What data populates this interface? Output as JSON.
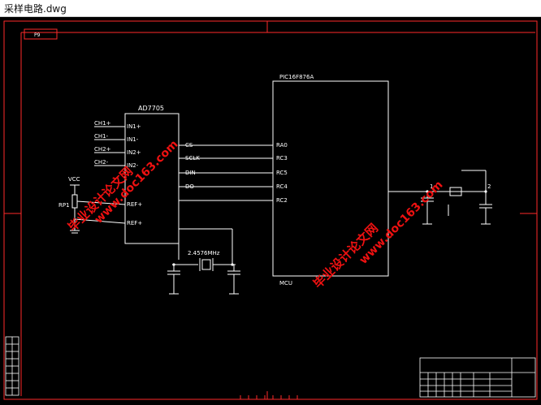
{
  "window": {
    "title": "采样电路.dwg"
  },
  "drawing": {
    "frame_tag": "P9",
    "adc": {
      "name": "AD7705",
      "pins_left": [
        "IN1+",
        "IN1-",
        "IN2+",
        "IN2-",
        "REF+",
        "REF+"
      ],
      "pins_right": [
        "CS",
        "SCLK",
        "DIN",
        "DO"
      ]
    },
    "mcu": {
      "name": "PIC16F876A",
      "label": "MCU",
      "pins": [
        "RA0",
        "RC3",
        "RC5",
        "RC4",
        "RC2"
      ]
    },
    "inputs": [
      "CH1+",
      "CH1-",
      "CH2+",
      "CH2-"
    ],
    "vcc": "VCC",
    "pot": "RP1",
    "crystal": "2.4576MHz",
    "nodes": [
      "1",
      "2"
    ],
    "watermark_text": "毕业设计论文网",
    "watermark_url": "www.doc163.com"
  },
  "colors": {
    "frame": "#ff2a2a",
    "wire": "#ffffff",
    "watermark": "#ee1111"
  }
}
